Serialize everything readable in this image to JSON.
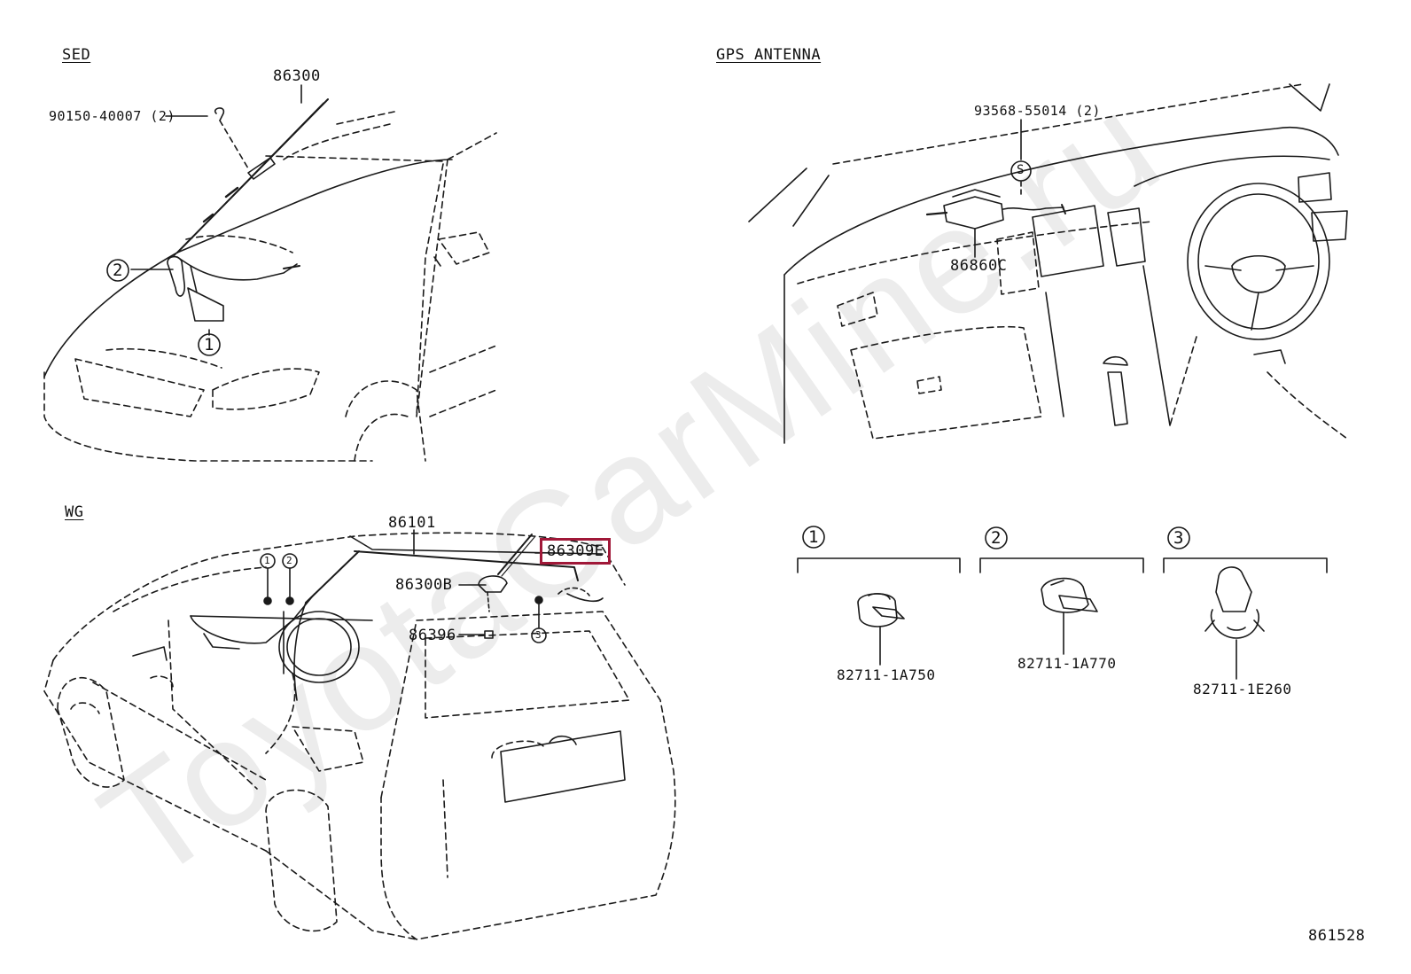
{
  "sections": {
    "sed": "SED",
    "gps": "GPS ANTENNA",
    "wg": "WG"
  },
  "parts": {
    "p86300": "86300",
    "p90150": "90150-40007 (2)",
    "p93568": "93568-55014 (2)",
    "p86860c": "86860C",
    "p86101": "86101",
    "p86309e": "86309E",
    "p86300b": "86300B",
    "p86396": "86396",
    "c1": "82711-1A750",
    "c2": "82711-1A770",
    "c3": "82711-1E260"
  },
  "callouts": {
    "one": "1",
    "two": "2",
    "three": "3",
    "s": "S"
  },
  "diagram_id": "861528",
  "watermark": "ToyotaCarMine.ru",
  "colors": {
    "line": "#1a1a1a",
    "highlight": "#a01838",
    "watermark": "#e9e9e9"
  }
}
